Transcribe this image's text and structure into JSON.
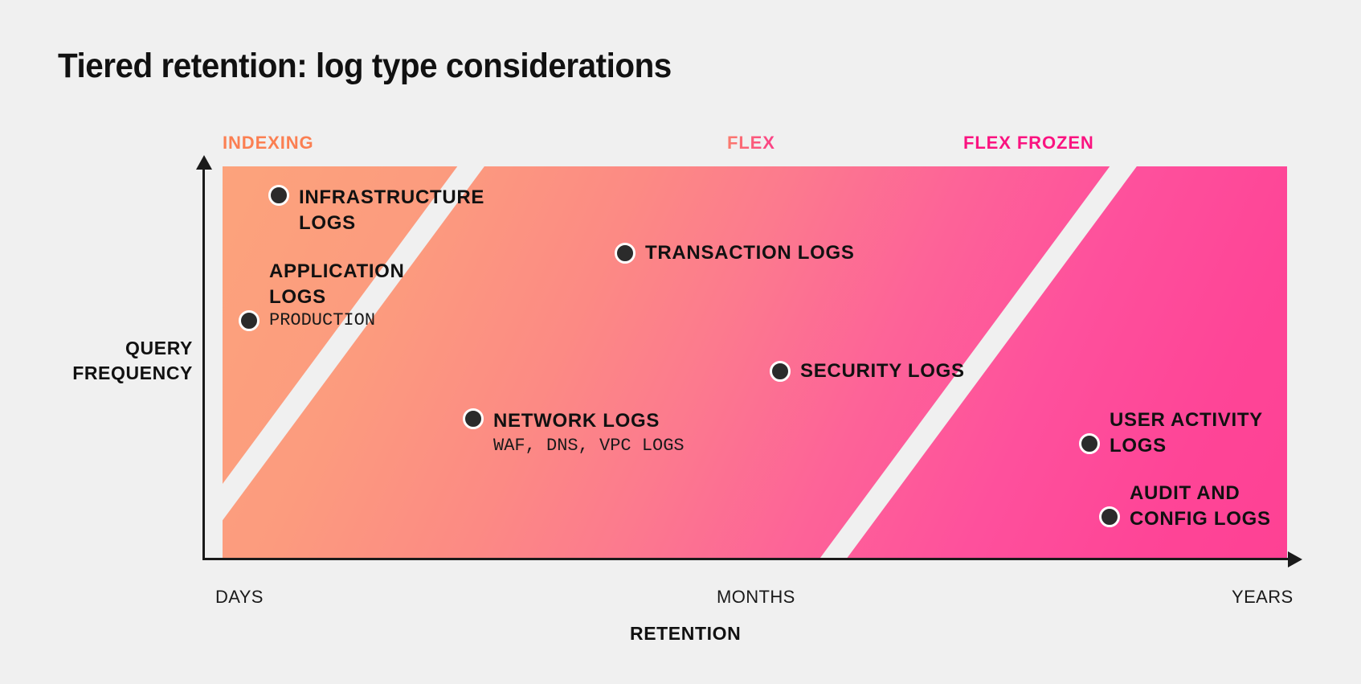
{
  "chart_data": {
    "type": "scatter",
    "title": "Tiered retention: log type considerations",
    "xlabel": "RETENTION",
    "ylabel": "QUERY FREQUENCY",
    "x_ticks": [
      "DAYS",
      "MONTHS",
      "YEARS"
    ],
    "y_ticks": [],
    "grid": false,
    "legend": "none",
    "bands": [
      {
        "name": "INDEXING",
        "color": "#FB7F52",
        "x_position": "left"
      },
      {
        "name": "FLEX",
        "color": "#FB5C86",
        "x_position": "center"
      },
      {
        "name": "FLEX FROZEN",
        "color": "#FA1380",
        "x_position": "right"
      }
    ],
    "points": [
      {
        "label": "INFRASTRUCTURE LOGS",
        "sublabel": "",
        "x": "days",
        "y": "very high",
        "tier": "INDEXING"
      },
      {
        "label": "APPLICATION LOGS",
        "sublabel": "PRODUCTION",
        "x": "days",
        "y": "high",
        "tier": "INDEXING"
      },
      {
        "label": "TRANSACTION LOGS",
        "sublabel": "",
        "x": "weeks-months",
        "y": "high",
        "tier": "FLEX"
      },
      {
        "label": "SECURITY LOGS",
        "sublabel": "",
        "x": "months",
        "y": "medium",
        "tier": "FLEX"
      },
      {
        "label": "NETWORK LOGS",
        "sublabel": "WAF, DNS, VPC LOGS",
        "x": "weeks",
        "y": "low",
        "tier": "FLEX"
      },
      {
        "label": "USER ACTIVITY LOGS",
        "sublabel": "",
        "x": "years",
        "y": "low",
        "tier": "FLEX FROZEN"
      },
      {
        "label": "AUDIT AND CONFIG LOGS",
        "sublabel": "",
        "x": "years",
        "y": "very low",
        "tier": "FLEX FROZEN"
      }
    ]
  },
  "title": "Tiered retention: log type considerations",
  "tiers": {
    "indexing": "INDEXING",
    "flex": "FLEX",
    "flex_frozen": "FLEX FROZEN"
  },
  "axes": {
    "y_title": "QUERY FREQUENCY",
    "x_title": "RETENTION",
    "x_tick_days": "DAYS",
    "x_tick_months": "MONTHS",
    "x_tick_years": "YEARS"
  },
  "points": {
    "infrastructure": {
      "line1": "INFRASTRUCTURE",
      "line2": "LOGS"
    },
    "application": {
      "line1": "APPLICATION",
      "line2": "LOGS",
      "sub": "PRODUCTION"
    },
    "transaction": {
      "line1": "TRANSACTION LOGS"
    },
    "security": {
      "line1": "SECURITY LOGS"
    },
    "network": {
      "line1": "NETWORK LOGS",
      "sub": "WAF, DNS, VPC LOGS"
    },
    "user_activity": {
      "line1": "USER ACTIVITY",
      "line2": "LOGS"
    },
    "audit_config": {
      "line1": "AUDIT AND",
      "line2": "CONFIG LOGS"
    }
  },
  "colors": {
    "background": "#F0F0F0",
    "indexing": "#FB7F52",
    "flex": "#FB5C86",
    "flex_frozen": "#FA1380",
    "dot": "#2B2B2B",
    "gradient_start": "#FCA37C",
    "gradient_end": "#FE4194"
  }
}
